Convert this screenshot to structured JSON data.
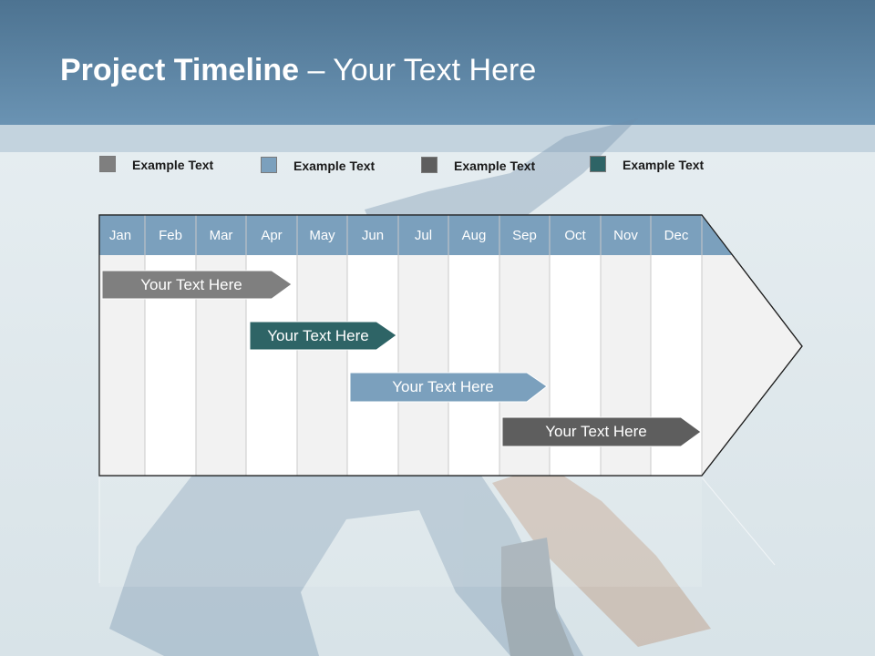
{
  "slide": {
    "title_bold": "Project Timeline",
    "title_rest": " – Your Text Here"
  },
  "legend": [
    {
      "label": "Example Text",
      "color": "#7f7f7f"
    },
    {
      "label": "Example Text",
      "color": "#7ba0bd"
    },
    {
      "label": "Example Text",
      "color": "#5e5e5e"
    },
    {
      "label": "Example Text",
      "color": "#2e6466"
    }
  ],
  "timeline": {
    "months": [
      "Jan",
      "Feb",
      "Mar",
      "Apr",
      "May",
      "Jun",
      "Jul",
      "Aug",
      "Sep",
      "Oct",
      "Nov",
      "Dec"
    ],
    "header_color": "#7ba0bd",
    "bars": [
      {
        "label": "Your  Text Here",
        "color": "#7f7f7f"
      },
      {
        "label": "Your  Text Here",
        "color": "#2e6466"
      },
      {
        "label": "Your  Text Here",
        "color": "#7ba0bd"
      },
      {
        "label": "Your  Text Here",
        "color": "#5e5e5e"
      }
    ]
  }
}
